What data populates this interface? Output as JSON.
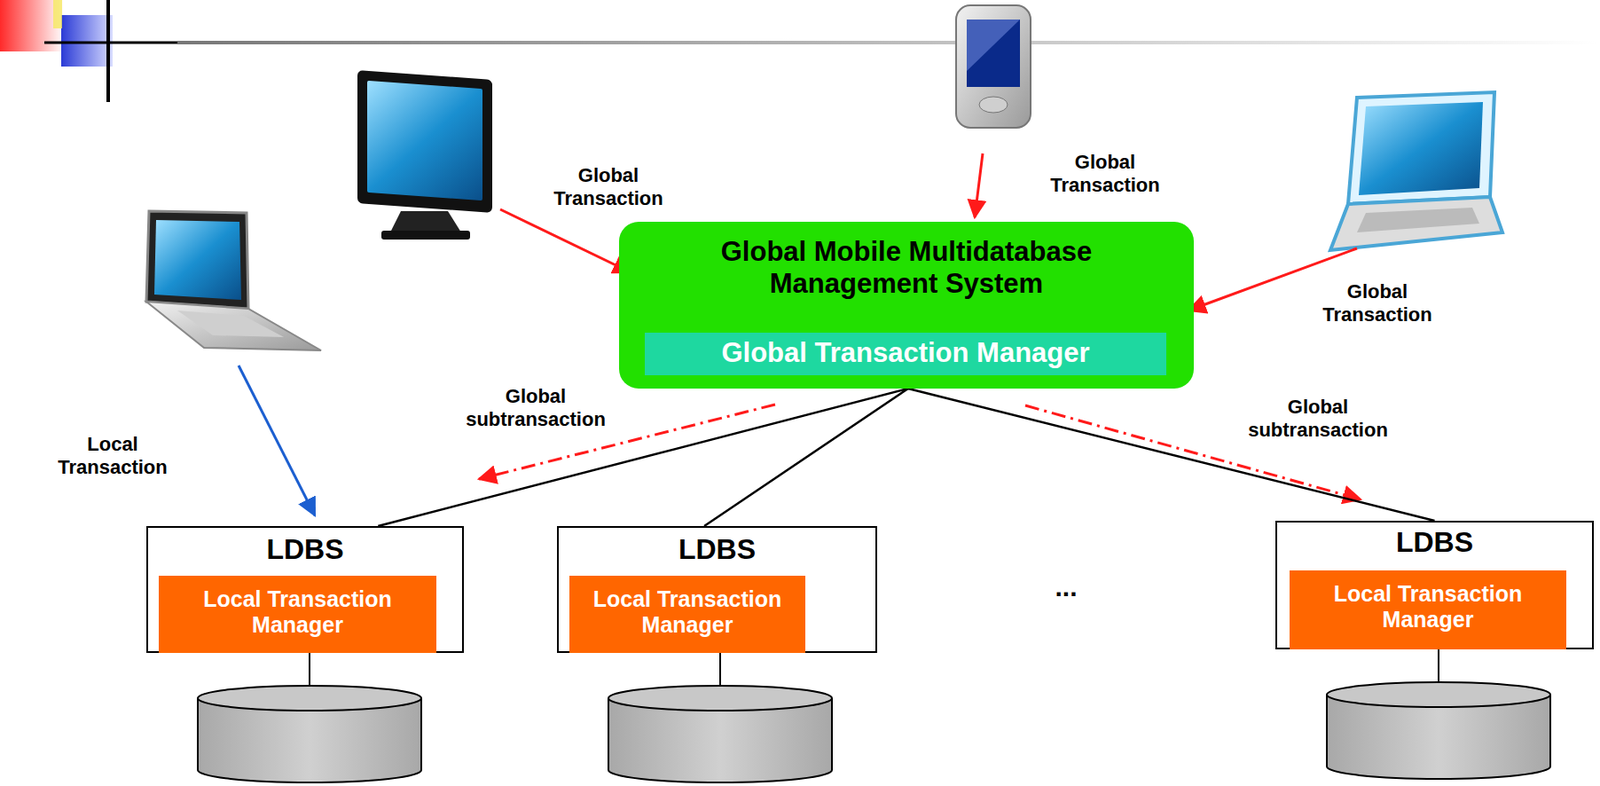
{
  "diagram": {
    "nodes": [
      {
        "text": [
          "Global Mobile Multidatabase Management System"
        ]
      },
      {
        "text": [
          "Global Transaction Manager"
        ],
        "in": 0
      },
      {
        "text": [
          "LDBS"
        ]
      },
      {
        "text": [
          "Local Transaction Manager"
        ],
        "in": 2
      },
      {
        "text": [
          "LDBS"
        ]
      },
      {
        "text": [
          "Local Transaction Manager"
        ],
        "in": 4
      },
      {
        "text": [
          "LDBS"
        ]
      },
      {
        "text": [
          "Local Transaction Manager"
        ],
        "in": 6
      }
    ],
    "edges": [
      {
        "from": 0,
        "to": 2,
        "arrow": "none"
      },
      {
        "from": 0,
        "to": 4,
        "arrow": "none"
      },
      {
        "from": 0,
        "to": 6,
        "arrow": "none"
      }
    ],
    "labels": [
      "Global Transaction",
      "Global Transaction",
      "Global Transaction",
      "Local Transaction",
      "Global subtransaction",
      "Global subtransaction",
      "..."
    ]
  }
}
